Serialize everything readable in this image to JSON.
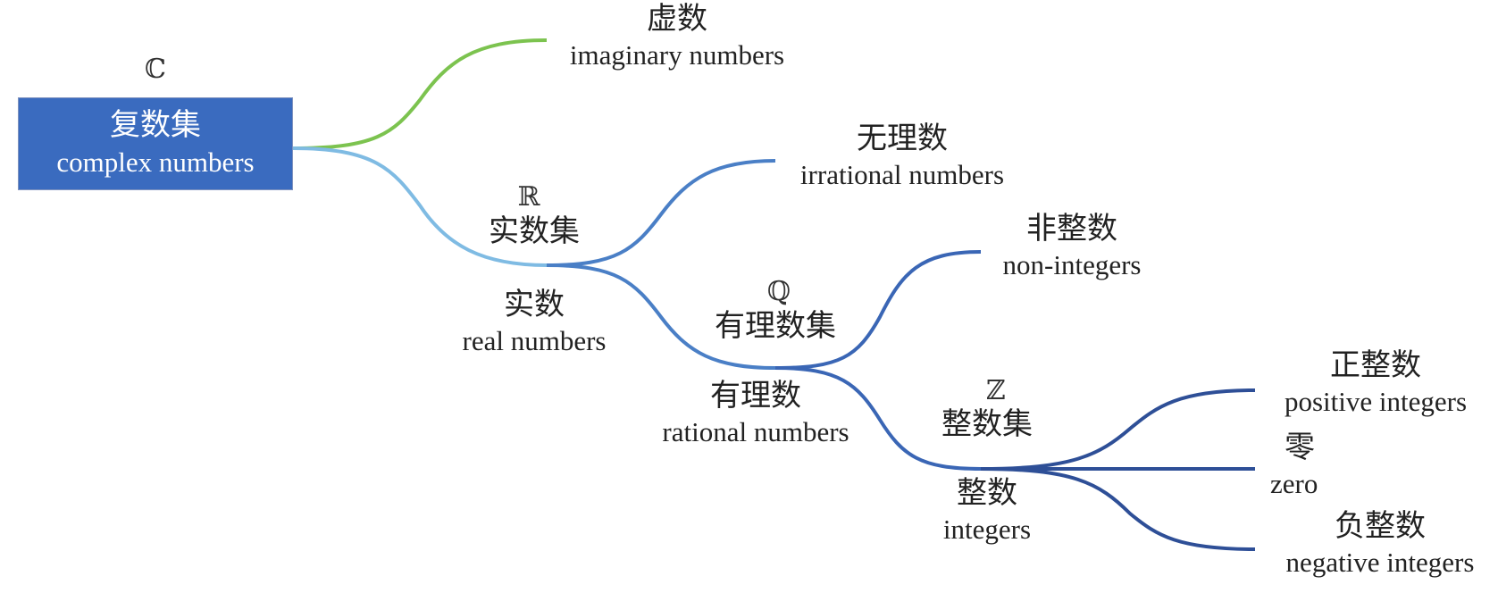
{
  "colors": {
    "root_fill": "#3a6bbf",
    "imaginary_branch": "#7cc34f",
    "real_branch": "#7fbbe3",
    "level2_branch": "#4a7fc6",
    "level3_branch": "#3a66b5",
    "level4_branch": "#2e4f97",
    "text": "#222222"
  },
  "root": {
    "symbol": "ℂ",
    "zh": "复数集",
    "en": "complex numbers"
  },
  "imaginary": {
    "zh": "虚数",
    "en": "imaginary numbers"
  },
  "real": {
    "symbol": "ℝ",
    "set_zh": "实数集",
    "zh": "实数",
    "en": "real numbers"
  },
  "irrational": {
    "zh": "无理数",
    "en": "irrational numbers"
  },
  "rational": {
    "symbol": "ℚ",
    "set_zh": "有理数集",
    "zh": "有理数",
    "en": "rational numbers"
  },
  "non_integers": {
    "zh": "非整数",
    "en": "non-integers"
  },
  "integers": {
    "symbol": "ℤ",
    "set_zh": "整数集",
    "zh": "整数",
    "en": "integers"
  },
  "positive_integers": {
    "zh": "正整数",
    "en": "positive integers"
  },
  "zero": {
    "zh": "零",
    "en": "zero"
  },
  "negative_integers": {
    "zh": "负整数",
    "en": "negative integers"
  }
}
